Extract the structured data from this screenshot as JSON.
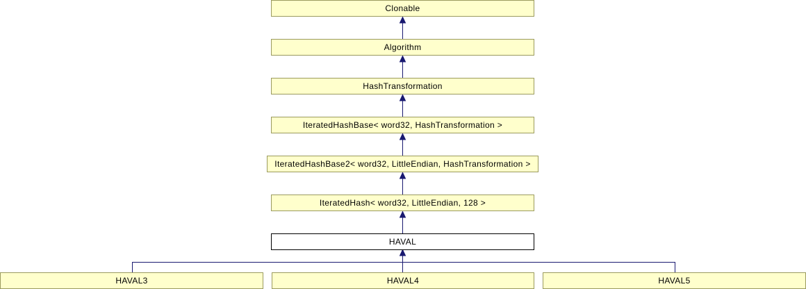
{
  "diagram": {
    "type": "class-inheritance-diagram",
    "nodes": [
      {
        "label": "Clonable"
      },
      {
        "label": "Algorithm"
      },
      {
        "label": "HashTransformation"
      },
      {
        "label": "IteratedHashBase< word32, HashTransformation >"
      },
      {
        "label": "IteratedHashBase2< word32, LittleEndian, HashTransformation >"
      },
      {
        "label": "IteratedHash< word32, LittleEndian, 128 >"
      },
      {
        "label": "HAVAL"
      },
      {
        "label": "HAVAL3"
      },
      {
        "label": "HAVAL4"
      },
      {
        "label": "HAVAL5"
      }
    ],
    "current_node": "HAVAL",
    "colors": {
      "node_fill": "#ffffcc",
      "node_border": "#9a9a5e",
      "current_fill": "#ffffff",
      "current_border": "#000000",
      "edge": "#191970",
      "text": "#000000"
    }
  }
}
